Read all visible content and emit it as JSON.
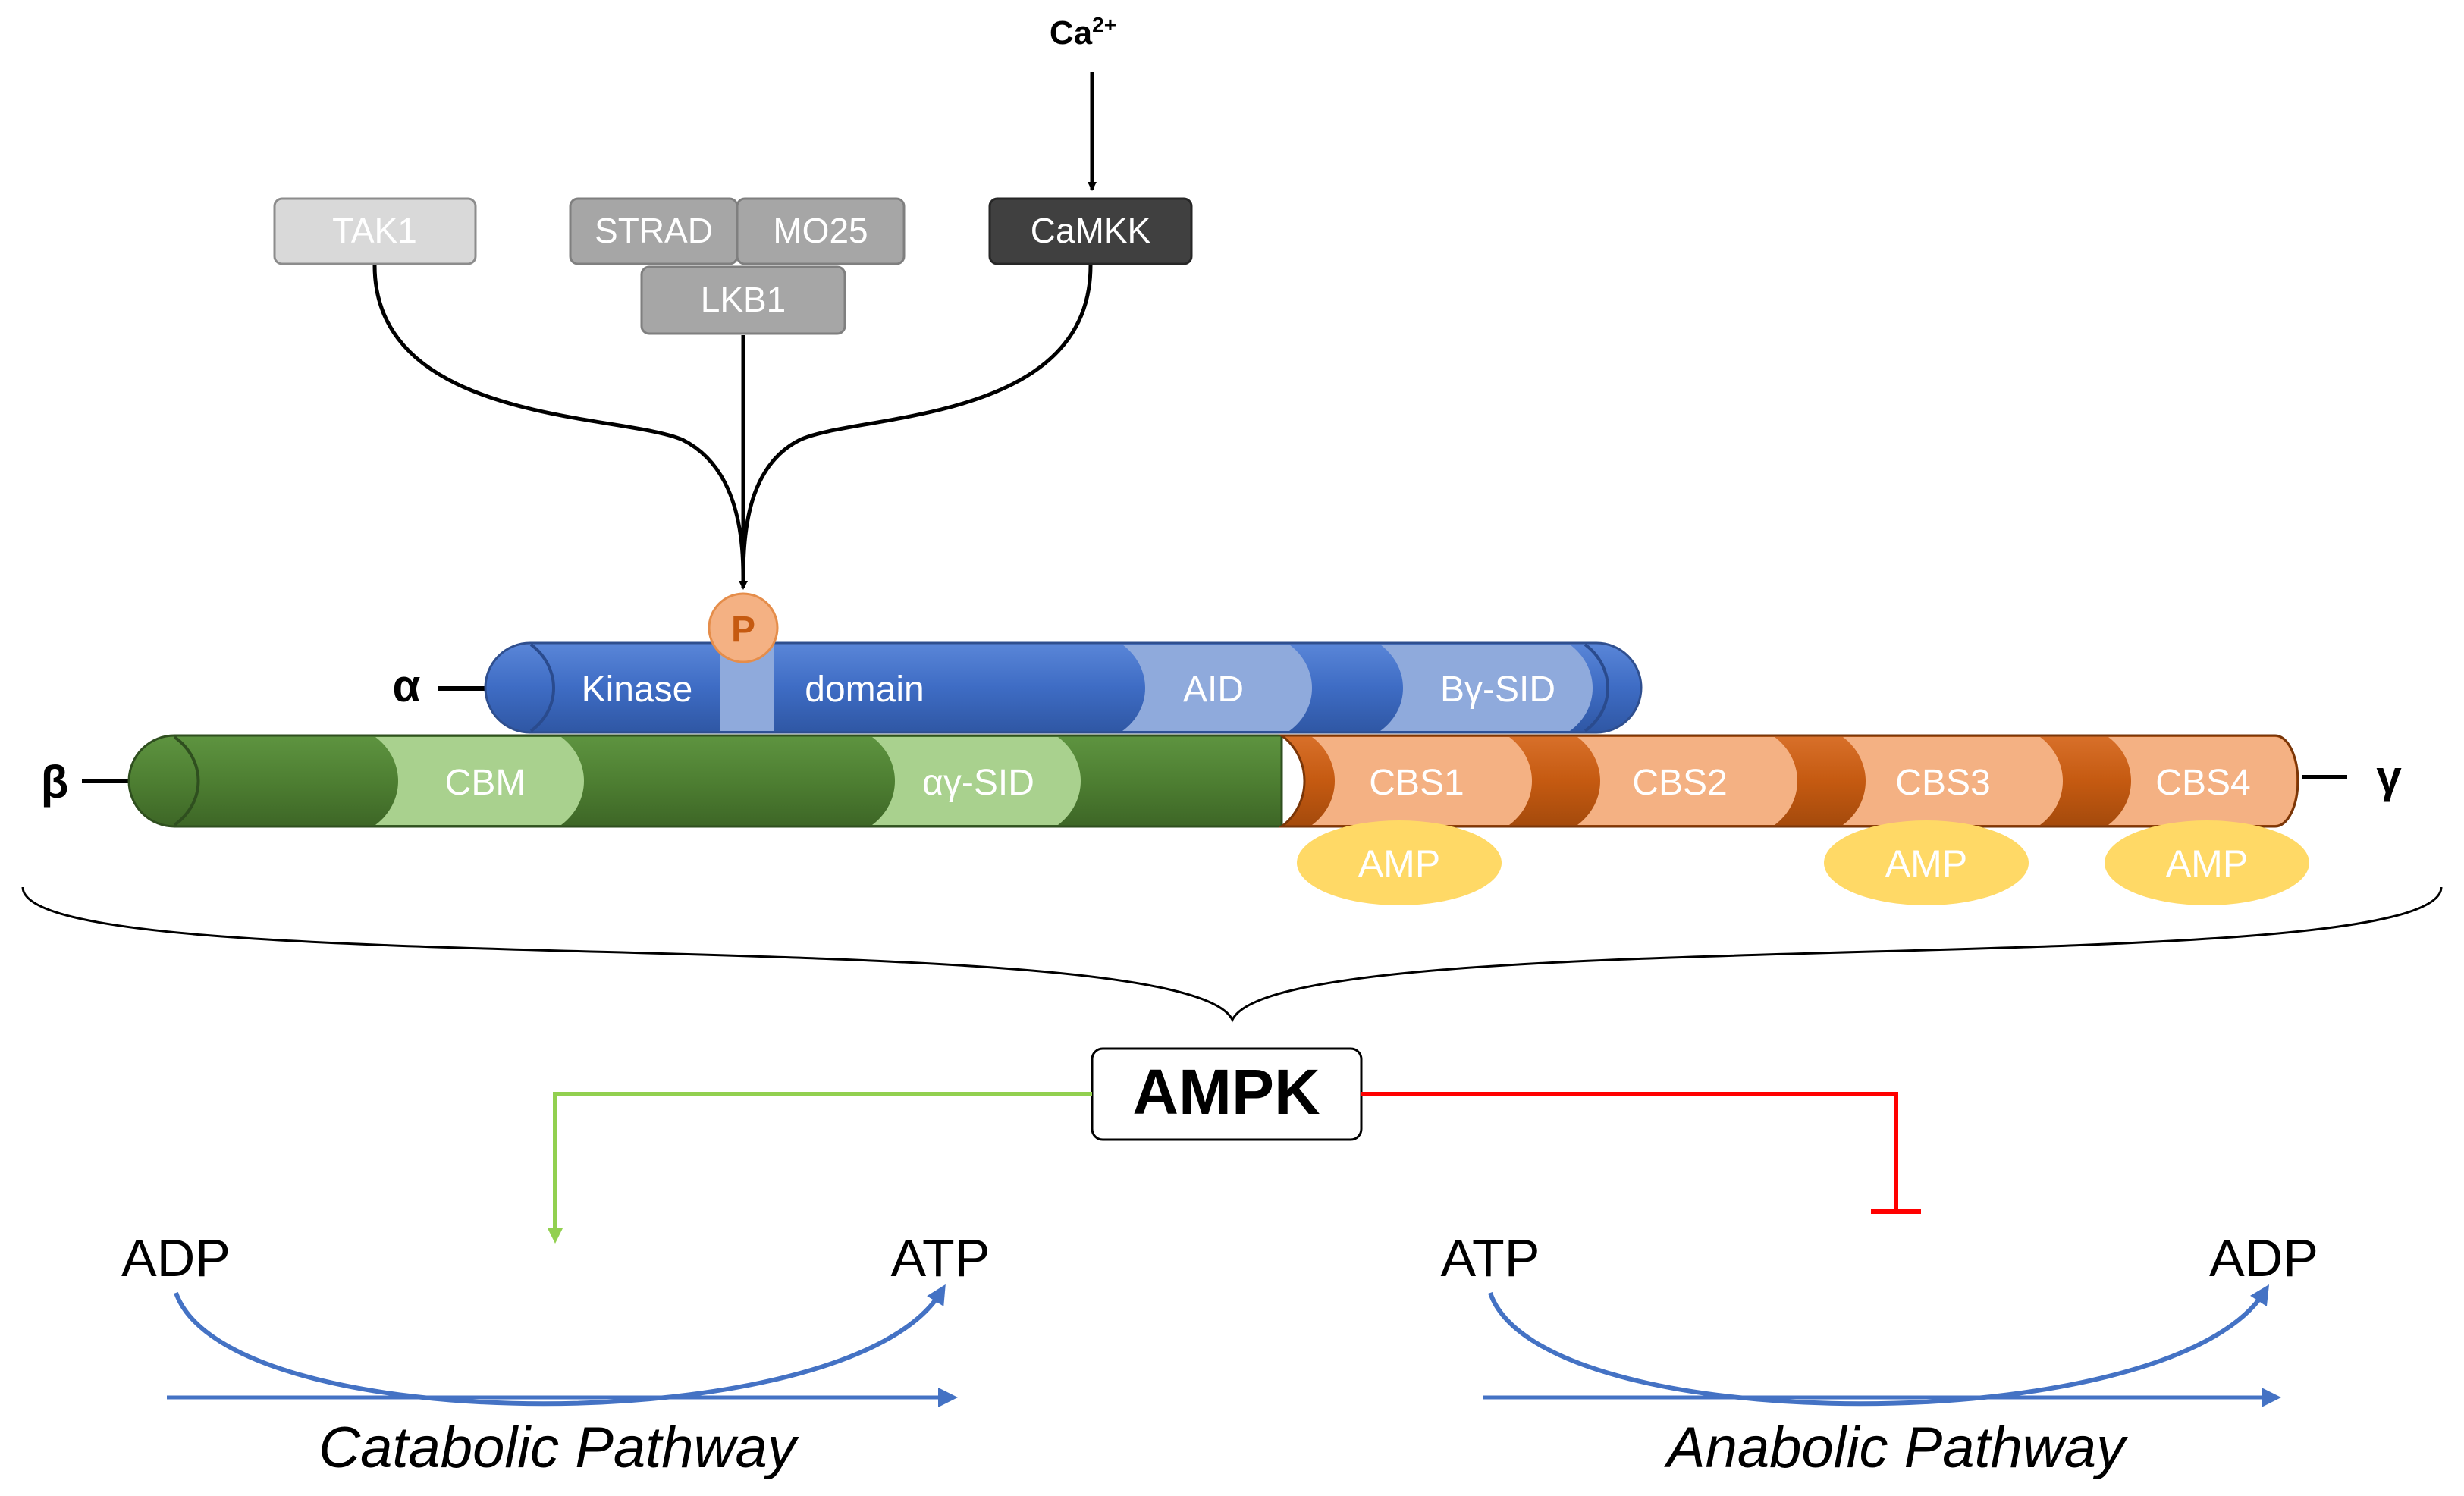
{
  "regulators": {
    "calcium": {
      "base": "Ca",
      "superscript": "2+"
    },
    "tak1": "TAK1",
    "strad": "STRAD",
    "mo25": "MO25",
    "lkb1": "LKB1",
    "camkk": "CaMKK",
    "phospho": "P"
  },
  "subunits": {
    "alpha": {
      "symbol": "α",
      "domains": {
        "kinase_left": "Kinase",
        "kinase_right": "domain",
        "aid": "AID",
        "bg_sid": "Βγ-SID"
      }
    },
    "beta": {
      "symbol": "β",
      "domains": {
        "cbm": "CBM",
        "ag_sid": "αγ-SID"
      }
    },
    "gamma": {
      "symbol": "γ",
      "domains": {
        "cbs1": "CBS1",
        "cbs2": "CBS2",
        "cbs3": "CBS3",
        "cbs4": "CBS4"
      },
      "amp_label": "AMP"
    }
  },
  "ampk": "AMPK",
  "catabolic": {
    "substrate": "ADP",
    "product": "ATP",
    "label": "Catabolic Pathway"
  },
  "anabolic": {
    "substrate": "ATP",
    "product": "ADP",
    "label": "Anabolic Pathway"
  },
  "colors": {
    "alpha_blue": "#3e6cc4",
    "alpha_light": "#8faadc",
    "beta_green": "#4e7f32",
    "beta_light": "#a9d18e",
    "gamma_orange": "#c55a11",
    "gamma_light": "#f4b183",
    "amp_yellow": "#ffd966",
    "activation_green": "#92d050",
    "inhibition_red": "#ff0000",
    "pathway_blue": "#4472c4"
  }
}
